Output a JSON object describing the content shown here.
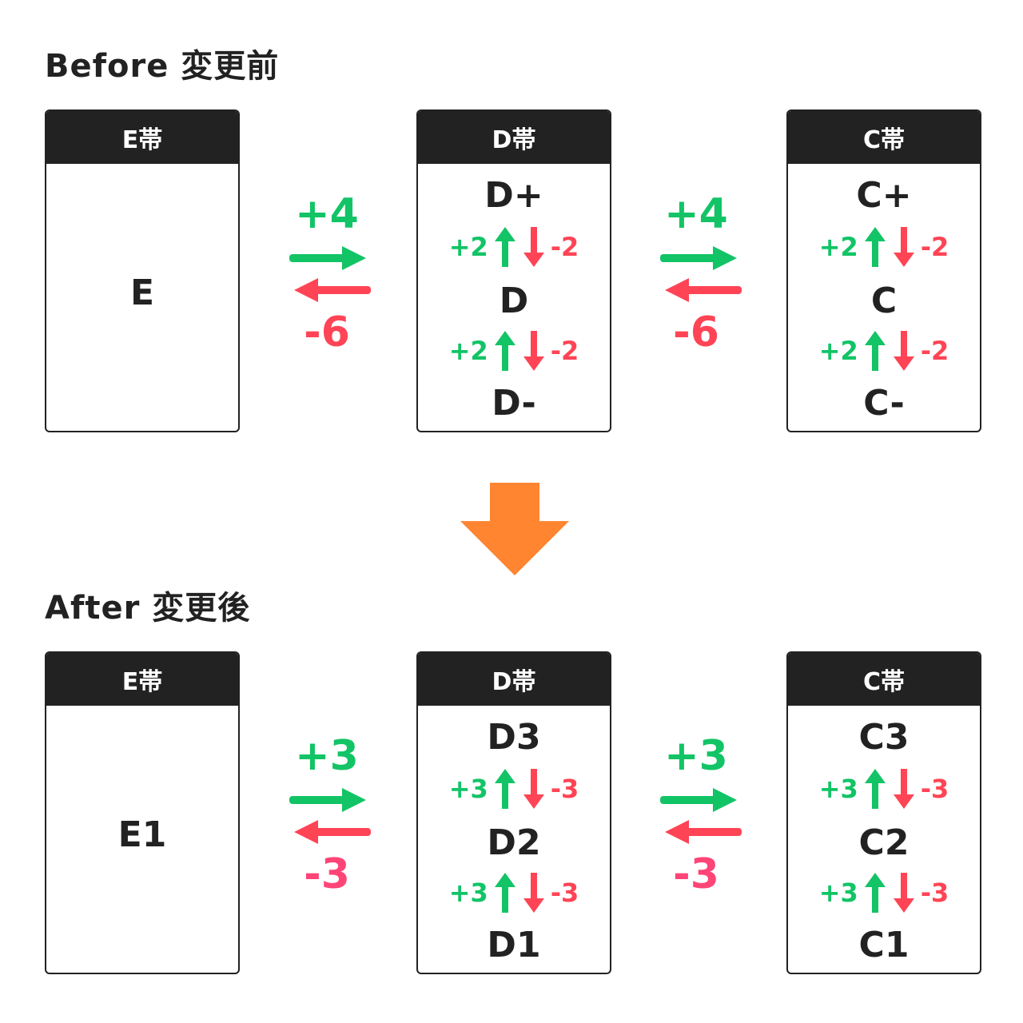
{
  "before": {
    "heading": "Before 変更前",
    "bands": [
      {
        "header": "E帯",
        "label": "E"
      },
      {
        "header": "D帯",
        "grades": [
          "D+",
          "D",
          "D-"
        ],
        "steps": [
          {
            "up": "+2",
            "down": "-2"
          },
          {
            "up": "+2",
            "down": "-2"
          }
        ]
      },
      {
        "header": "C帯",
        "grades": [
          "C+",
          "C",
          "C-"
        ],
        "steps": [
          {
            "up": "+2",
            "down": "-2"
          },
          {
            "up": "+2",
            "down": "-2"
          }
        ]
      }
    ],
    "transfers": [
      {
        "up": "+4",
        "down": "-6"
      },
      {
        "up": "+4",
        "down": "-6"
      }
    ]
  },
  "after": {
    "heading": "After 変更後",
    "bands": [
      {
        "header": "E帯",
        "label": "E1"
      },
      {
        "header": "D帯",
        "grades": [
          "D3",
          "D2",
          "D1"
        ],
        "steps": [
          {
            "up": "+3",
            "down": "-3"
          },
          {
            "up": "+3",
            "down": "-3"
          }
        ]
      },
      {
        "header": "C帯",
        "grades": [
          "C3",
          "C2",
          "C1"
        ],
        "steps": [
          {
            "up": "+3",
            "down": "-3"
          },
          {
            "up": "+3",
            "down": "-3"
          }
        ]
      }
    ],
    "transfers": [
      {
        "up": "+3",
        "down": "-3"
      },
      {
        "up": "+3",
        "down": "-3"
      }
    ]
  },
  "colors": {
    "up": "#12c466",
    "down": "#ff4455",
    "transition_arrow": "#ff8530",
    "header_bg": "#222222"
  },
  "icons": {
    "up_arrow": "arrow-up-icon",
    "down_arrow": "arrow-down-icon",
    "right_arrow": "arrow-right-icon",
    "left_arrow": "arrow-left-icon",
    "transition": "arrow-down-large-icon"
  }
}
